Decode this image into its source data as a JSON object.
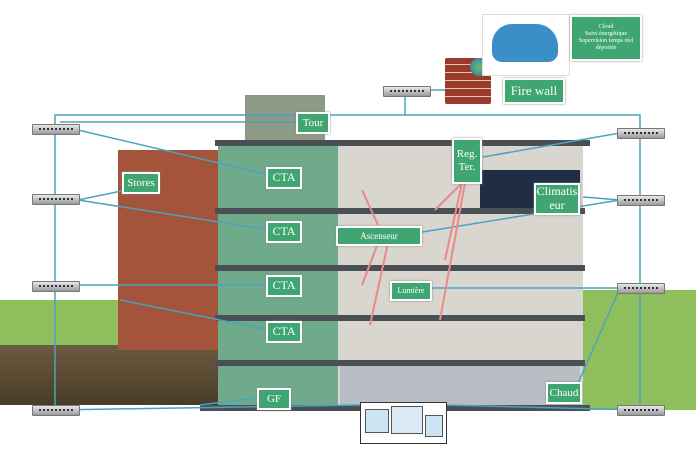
{
  "cloud_box": {
    "line1": "Cloud",
    "line2": "Suivi énergétique",
    "line3": "Supervision temps réel déportée"
  },
  "firewall": {
    "label": "Fire wall"
  },
  "labels": {
    "tour": "Tour",
    "stores": "Stores",
    "cta1": "CTA",
    "cta2": "CTA",
    "cta3": "CTA",
    "cta4": "CTA",
    "reg": "Reg. Ter.",
    "clim": "Climatis eur",
    "ascenseur": "Ascenseur",
    "lumiere": "Lumière",
    "gf": "GF",
    "chaud": "Chaud"
  },
  "colors": {
    "label_green": "#3fa672",
    "link_blue": "#4aa3c0",
    "arrow_pink": "#e88a8a"
  },
  "icons": [
    "network-switch-icon",
    "firewall-icon",
    "cloud-icon",
    "monitoring-screens-icon"
  ]
}
